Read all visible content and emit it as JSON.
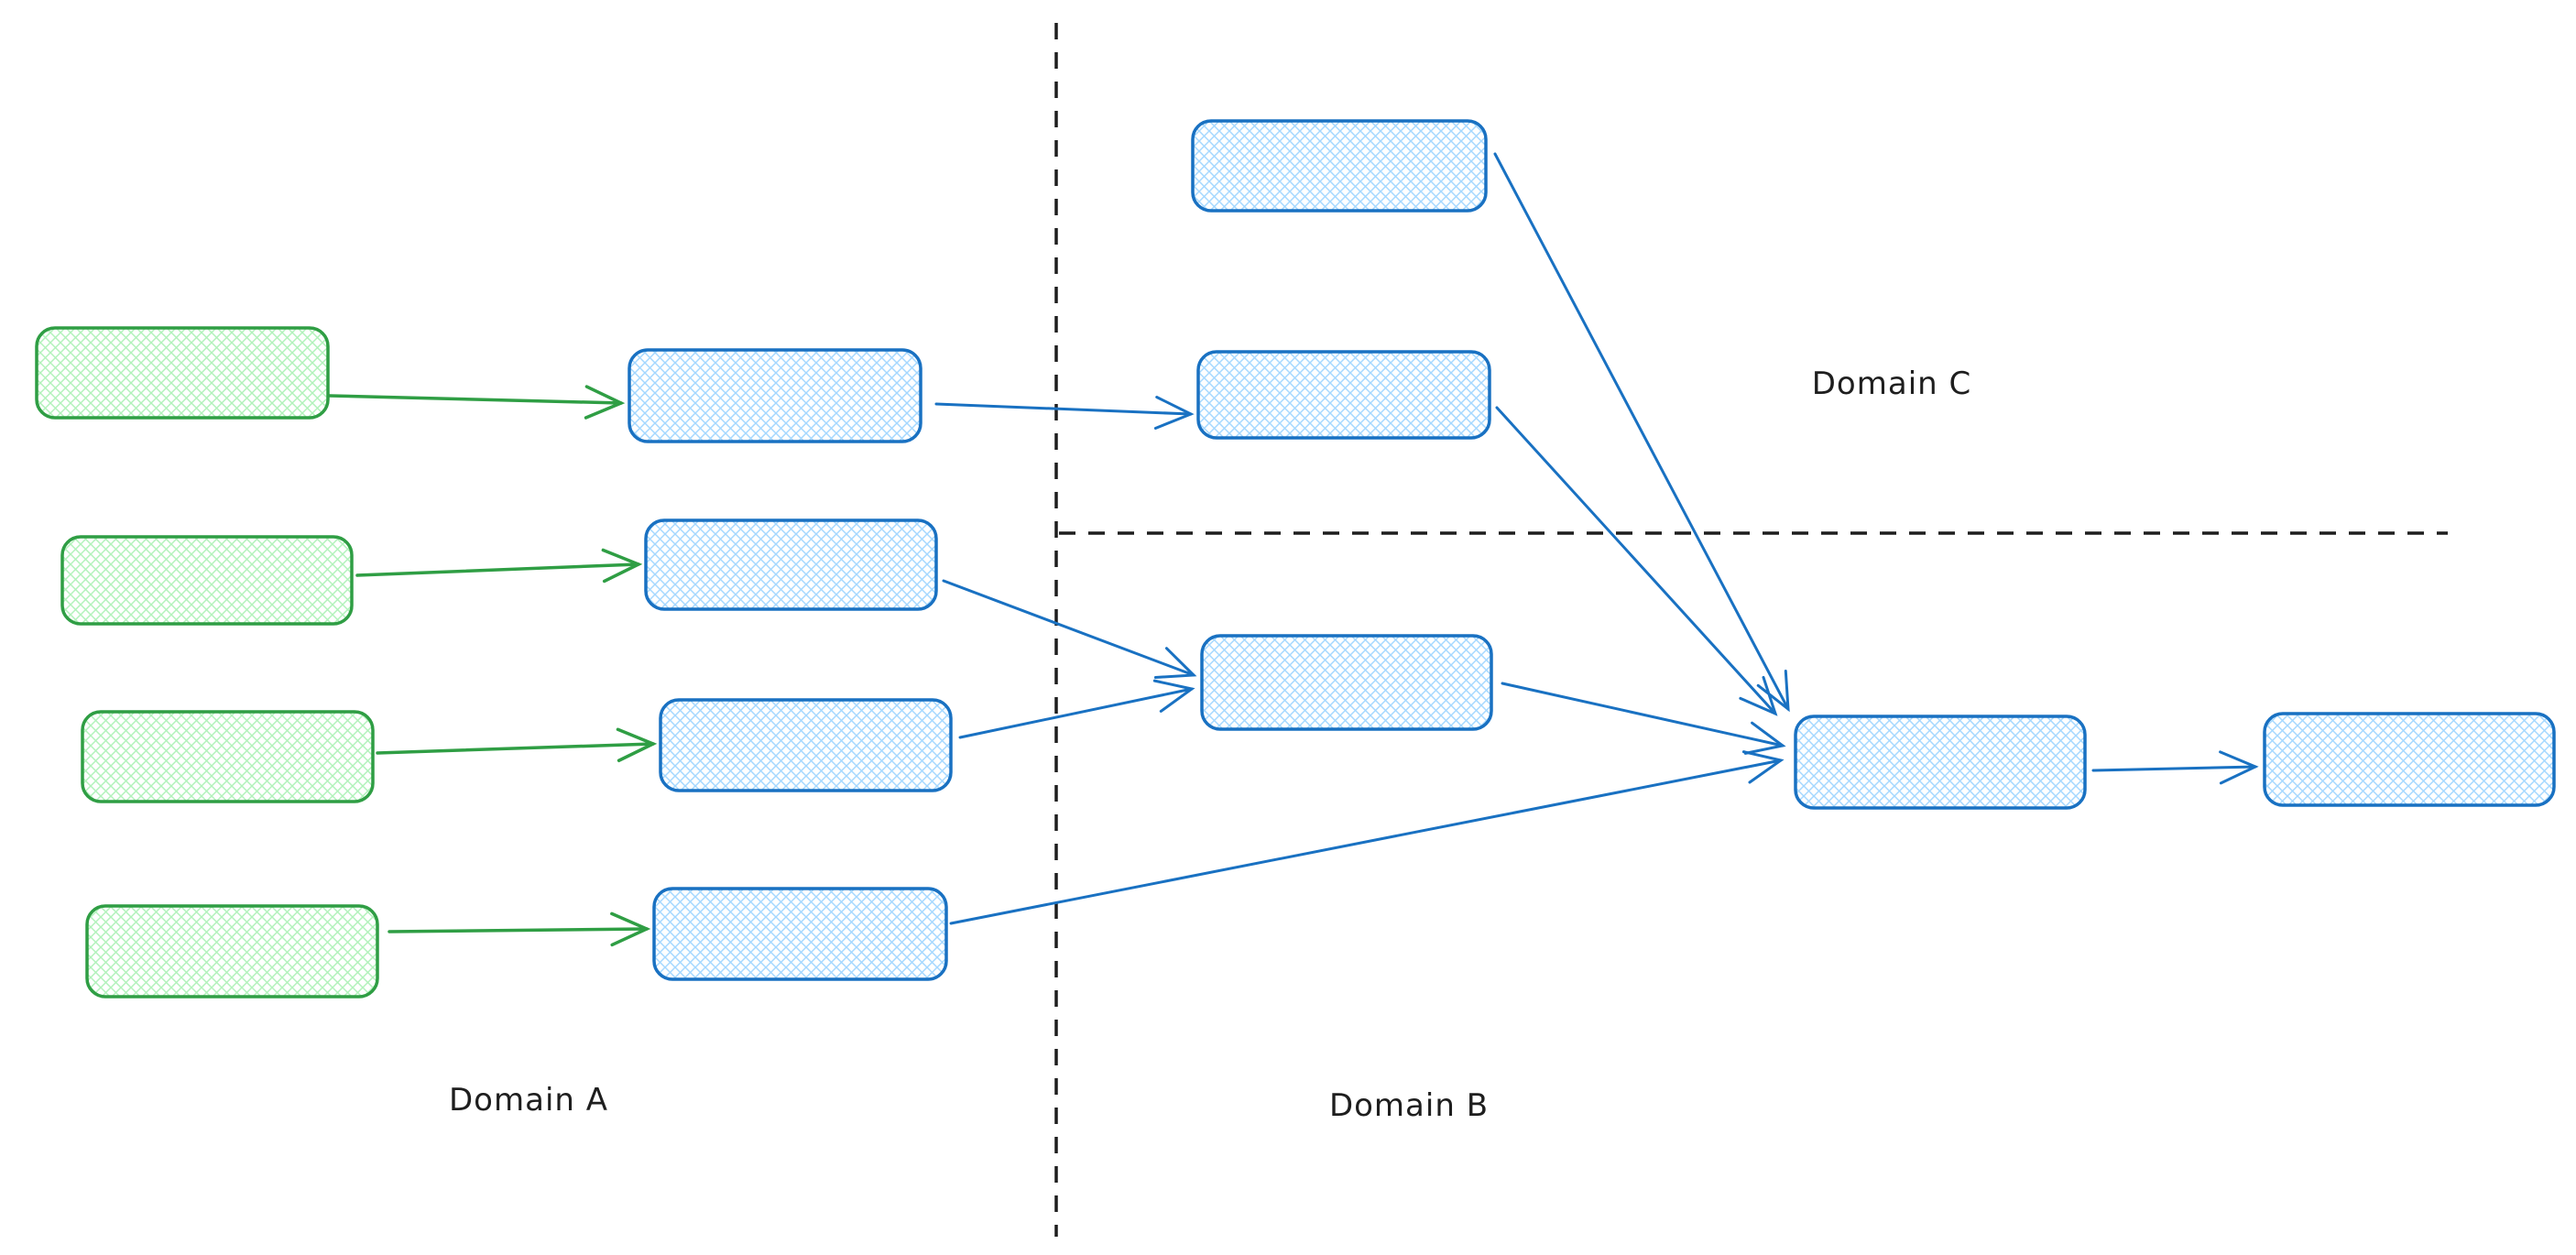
{
  "labels": {
    "domain_a": "Domain A",
    "domain_b": "Domain B",
    "domain_c": "Domain C"
  },
  "colors": {
    "green_stroke": "#2f9e44",
    "green_fill": "#b2f2bb",
    "blue_stroke": "#1971c2",
    "blue_fill": "#a5d8ff",
    "divider": "#1e1e1e",
    "label_text": "#1e1e1e",
    "background": "#ffffff"
  },
  "inventory": {
    "green_boxes": 4,
    "blue_boxes": 9,
    "arrows": 12,
    "dashed_dividers": 2
  }
}
